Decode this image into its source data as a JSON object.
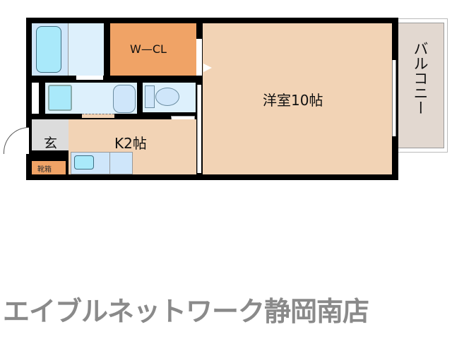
{
  "floorplan": {
    "rooms": {
      "western_room": {
        "label": "洋室10帖",
        "color": "#F2D3B5"
      },
      "kitchen": {
        "label": "K2帖",
        "color": "#F2D3B5"
      },
      "walk_in_closet": {
        "label": "W—CL",
        "color": "#F0A366"
      },
      "entrance": {
        "label": "玄",
        "color": "#DCDCDC"
      },
      "shoe_box": {
        "label": "靴箱",
        "color": "#F0A366"
      },
      "balcony": {
        "label": "バルコニー",
        "color": "#E2D8D0"
      },
      "bath": {
        "color": "#CFE6FA"
      },
      "washroom": {
        "color": "#DDF0FC"
      },
      "toilet": {
        "color": "#DDF0FC"
      }
    },
    "colors": {
      "wall": "#000000",
      "fixture": "#A9E9FA",
      "fixture_outline": "#3E6E82"
    }
  },
  "footer": {
    "company": "エイブルネットワーク静岡南店",
    "color": "#8A8A8A"
  }
}
